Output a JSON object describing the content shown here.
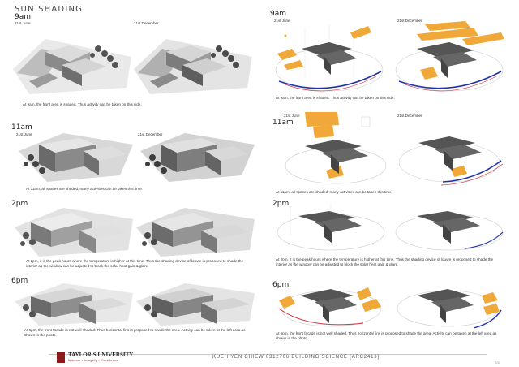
{
  "page": {
    "title": "SUN SHADING"
  },
  "left": {
    "rows": [
      {
        "time": "9am",
        "dates": [
          "21st June",
          "21st December"
        ],
        "caption": "At 9am, the front area is shaded. Thus activity can be taken on this side."
      },
      {
        "time": "11am",
        "dates": [
          "21st June",
          "21st December"
        ],
        "caption": "At 11am, all spaces are shaded, many activities can be taken this time."
      },
      {
        "time": "2pm",
        "dates": [
          "",
          ""
        ],
        "caption": "At 2pm, it is the peak hours where the temperature is higher at this time. Thus the shading device of louvre is proposed to shade the interior as the window can be adjusted to block the solar heat gain & glare."
      },
      {
        "time": "6pm",
        "dates": [
          "",
          ""
        ],
        "caption": "At 6pm, the front facade is not well shaded. Thus horizontal fins is proposed to shade the area. Activity can be taken at the left area as shown in the photo."
      }
    ]
  },
  "right": {
    "rows": [
      {
        "time": "9am",
        "dates": [
          "21st June",
          "21st December"
        ],
        "caption": "At 9am, the front area is shaded. Thus activity can be taken on this side."
      },
      {
        "time": "11am",
        "dates": [
          "21st June",
          "21st December"
        ],
        "caption": "At 11am, all spaces are shaded, many activities can be taken this time."
      },
      {
        "time": "2pm",
        "dates": [
          "",
          ""
        ],
        "caption": "At 2pm, it is the peak hours where the temperature is higher at this time. Thus the shading device of louvre is proposed to shade the interior as the window can be adjusted to block the solar heat gain & glare."
      },
      {
        "time": "6pm",
        "dates": [
          "",
          ""
        ],
        "caption": "At 6pm, the front facade is not well shaded. Thus horizontal fins is proposed to shade the area. Activity can be taken at the left area as shown in the photo."
      }
    ]
  },
  "footer": {
    "university": "TAYLOR'S UNIVERSITY",
    "tagline": "Wisdom • Integrity • Excellence",
    "credit": "KUEH YEN CHIEW 0312706 BUILDING SCIENCE [ARC2413]",
    "page_number": "2/3"
  },
  "colors": {
    "accent_red": "#8b1a1a",
    "shadow_orange": "#f0a838",
    "sunpath_blue": "#2233aa"
  }
}
